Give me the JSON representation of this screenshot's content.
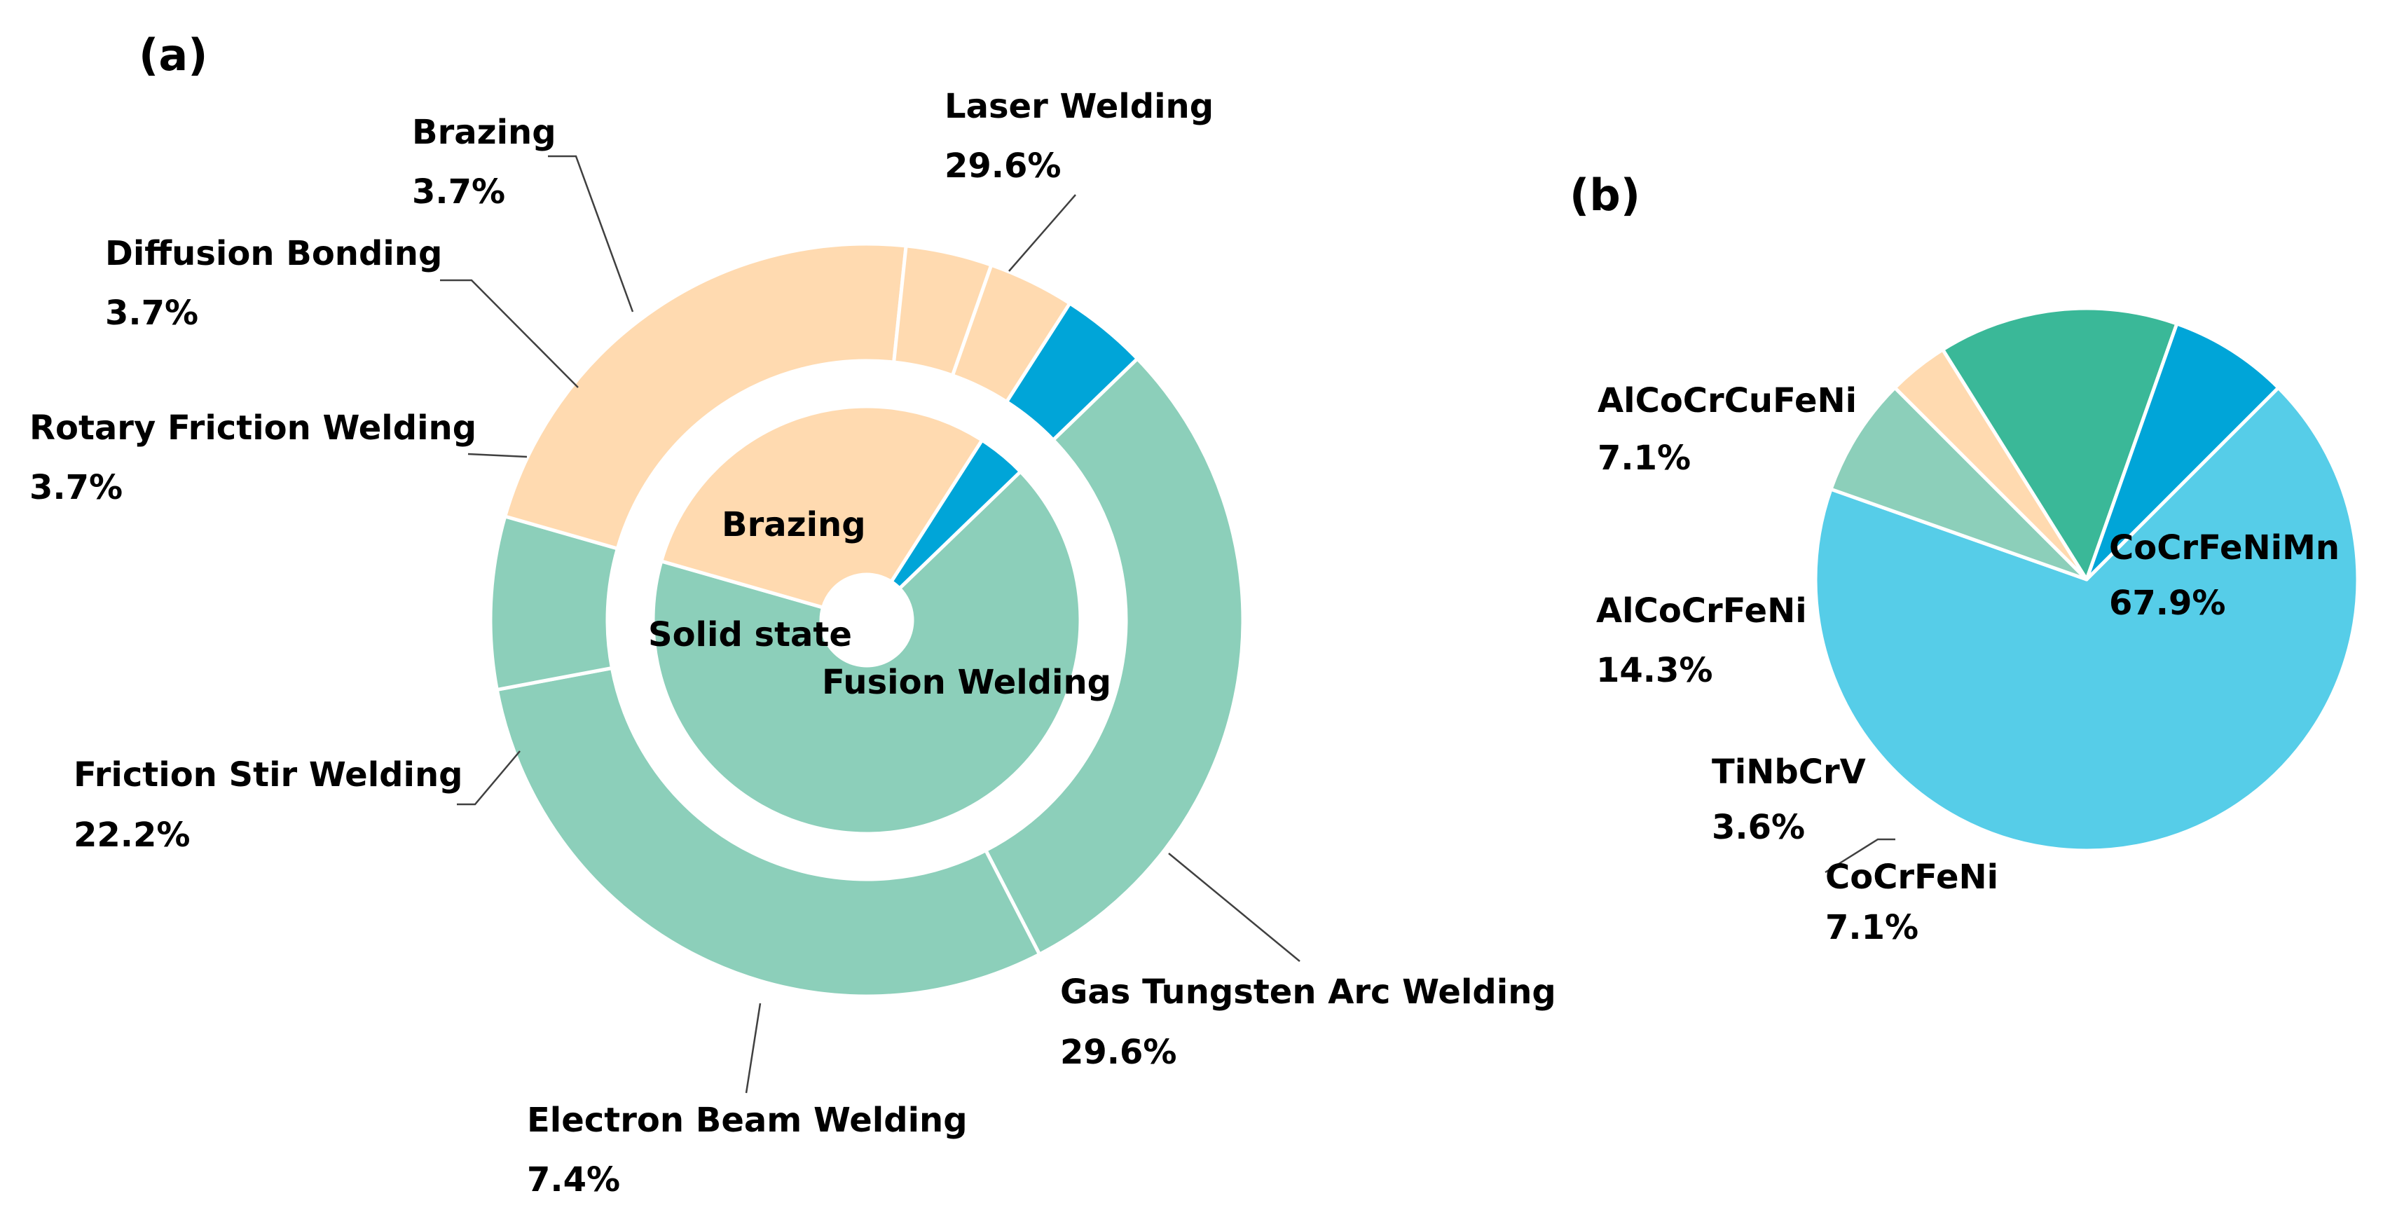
{
  "chart_data": [
    {
      "panel": "(a)",
      "type": "pie",
      "rings": {
        "outer": [
          {
            "name": "Laser Welding",
            "value": 29.6,
            "label": "29.6%",
            "color": "#8ccfba"
          },
          {
            "name": "Gas Tungsten Arc Welding",
            "value": 29.6,
            "label": "29.6%",
            "color": "#8ccfba"
          },
          {
            "name": "Electron Beam Welding",
            "value": 7.4,
            "label": "7.4%",
            "color": "#8ccfba"
          },
          {
            "name": "Friction Stir Welding",
            "value": 22.2,
            "label": "22.2%",
            "color": "#ffdab0"
          },
          {
            "name": "Rotary Friction Welding",
            "value": 3.7,
            "label": "3.7%",
            "color": "#ffdab0"
          },
          {
            "name": "Diffusion Bonding",
            "value": 3.7,
            "label": "3.7%",
            "color": "#ffdab0"
          },
          {
            "name": "Brazing",
            "value": 3.7,
            "label": "3.7%",
            "color": "#00a5d8"
          }
        ],
        "inner": [
          {
            "name": "Fusion Welding",
            "value": 66.6,
            "color": "#8ccfba"
          },
          {
            "name": "Solid state",
            "value": 29.6,
            "color": "#ffdab0"
          },
          {
            "name": "Brazing",
            "value": 3.7,
            "color": "#00a5d8"
          }
        ]
      }
    },
    {
      "panel": "(b)",
      "type": "pie",
      "slices": [
        {
          "name": "CoCrFeNiMn",
          "value": 67.9,
          "label": "67.9%",
          "color": "#56cde8"
        },
        {
          "name": "CoCrFeNi",
          "value": 7.1,
          "label": "7.1%",
          "color": "#8ccfba"
        },
        {
          "name": "TiNbCrV",
          "value": 3.6,
          "label": "3.6%",
          "color": "#ffdab0"
        },
        {
          "name": "AlCoCrFeNi",
          "value": 14.3,
          "label": "14.3%",
          "color": "#3ab898"
        },
        {
          "name": "AlCoCrCuFeNi",
          "value": 7.1,
          "label": "7.1%",
          "color": "#00a5d8"
        }
      ]
    }
  ]
}
